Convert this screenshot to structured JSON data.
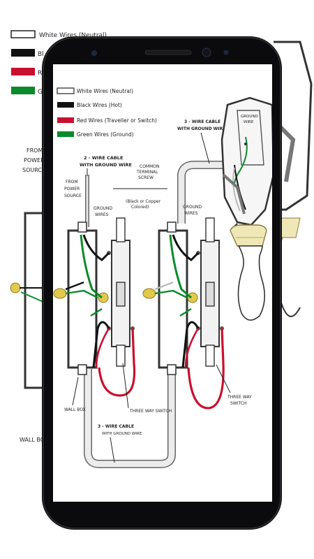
{
  "legend": {
    "items": [
      {
        "label": "White Wires (Neutral)",
        "color": "#ffffff"
      },
      {
        "label": "Black Wires (Hot)",
        "color": "#000000"
      },
      {
        "label": "Red Wires (Traveller or Switch)",
        "color": "#c8102e"
      },
      {
        "label": "Green Wires (Ground)",
        "color": "#0a8a2a"
      }
    ]
  },
  "background_partial_legend": [
    "White Wires (Neutral)",
    "Bl",
    "Re",
    "Gr"
  ],
  "labels": {
    "from_power_source": [
      "FROM",
      "POWER",
      "SOURCE"
    ],
    "from_power_source_bg": [
      "FROM",
      "POWER",
      "SOURCE"
    ],
    "two_wire_cable": [
      "2 - WIRE CABLE",
      "WITH GROUND WIRE"
    ],
    "common_terminal": [
      "COMMON",
      "TERMINAL",
      "SCREW"
    ],
    "common_terminal_note": [
      "(Black or Copper",
      "Colored)"
    ],
    "ground_wires_left": [
      "GROUND",
      "WIRES"
    ],
    "ground_wires_right": [
      "GROUND",
      "WIRES"
    ],
    "three_wire_cable_top": [
      "3 - WIRE CABLE",
      "WITH GROUND WIRE"
    ],
    "ground_wire_box": [
      "GROUND",
      "WIRE"
    ],
    "wall_box": "WALL BOX",
    "wall_box_bg": "WALL BO",
    "three_way_switch_left": "THREE WAY SWITCH",
    "three_way_switch_right": [
      "THREE WAY",
      "SWITCH"
    ],
    "three_wire_cable_bottom": [
      "3 - WIRE CABLE",
      "WITH GROUND WIRE"
    ]
  },
  "colors": {
    "phone_body": "#0b0b0d",
    "screen": "#ffffff",
    "wire_black": "#111111",
    "wire_red": "#c8102e",
    "wire_green": "#0a8a2a",
    "nut_yellow": "#e3c94a",
    "cable_gray": "#9a9a9a",
    "socket_cream": "#efe7b5"
  },
  "phone": {
    "camera_icon": "front-camera-icon",
    "speaker_icon": "earpiece-icon",
    "sensor_icon": "proximity-sensor-icon"
  }
}
